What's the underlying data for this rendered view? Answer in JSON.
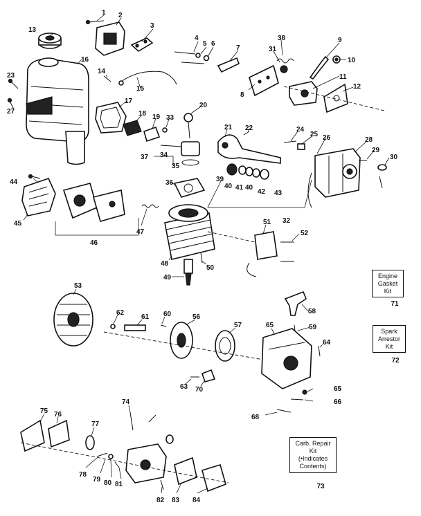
{
  "labels": {
    "p1": "1",
    "p2": "2",
    "p3": "3",
    "p4": "4",
    "p5": "5",
    "p6": "6",
    "p7": "7",
    "p8": "8",
    "p9": "9",
    "p10": "10",
    "p11": "11",
    "p12": "12",
    "p13": "13",
    "p14": "14",
    "p15": "15",
    "p16": "16",
    "p17": "17",
    "p18": "18",
    "p19": "19",
    "p20": "20",
    "p21": "21",
    "p22": "22",
    "p23": "23",
    "p24": "24",
    "p25": "25",
    "p26": "26",
    "p27": "27",
    "p28": "28",
    "p29": "29",
    "p30": "30",
    "p31": "31",
    "p32": "32",
    "p33": "33",
    "p34": "34",
    "p35": "35",
    "p36": "36",
    "p37": "37",
    "p38": "38",
    "p39": "39",
    "p40a": "40",
    "p41": "41",
    "p40b": "40",
    "p42": "42",
    "p43": "43",
    "p44": "44",
    "p45": "45",
    "p46": "46",
    "p47": "47",
    "p48": "48",
    "p49": "49",
    "p50": "50",
    "p51": "51",
    "p52": "52",
    "p53": "53",
    "p56": "56",
    "p57": "57",
    "p58": "58",
    "p59": "59",
    "p60": "60",
    "p61": "61",
    "p62": "62",
    "p63": "63",
    "p64": "64",
    "p65": "65",
    "p65b": "65",
    "p66": "66",
    "p66b": "66",
    "p68": "68",
    "p70": "70",
    "p74": "74",
    "p75": "75",
    "p76": "76",
    "p77": "77",
    "p78": "78",
    "p79": "79",
    "p80": "80",
    "p81": "81",
    "p82": "82",
    "p83": "83",
    "p84": "84"
  },
  "kits": {
    "gasket": {
      "line1": "Engine",
      "line2": "Gasket",
      "line3": "Kit",
      "number": "71"
    },
    "arrestor": {
      "line1": "Spark",
      "line2": "Arrestor",
      "line3": "Kit",
      "number": "72"
    },
    "carb": {
      "line1": "Carb. Repair",
      "line2": "Kit",
      "line3": "(•Indicates",
      "line4": "Contents)",
      "number": "73"
    }
  }
}
